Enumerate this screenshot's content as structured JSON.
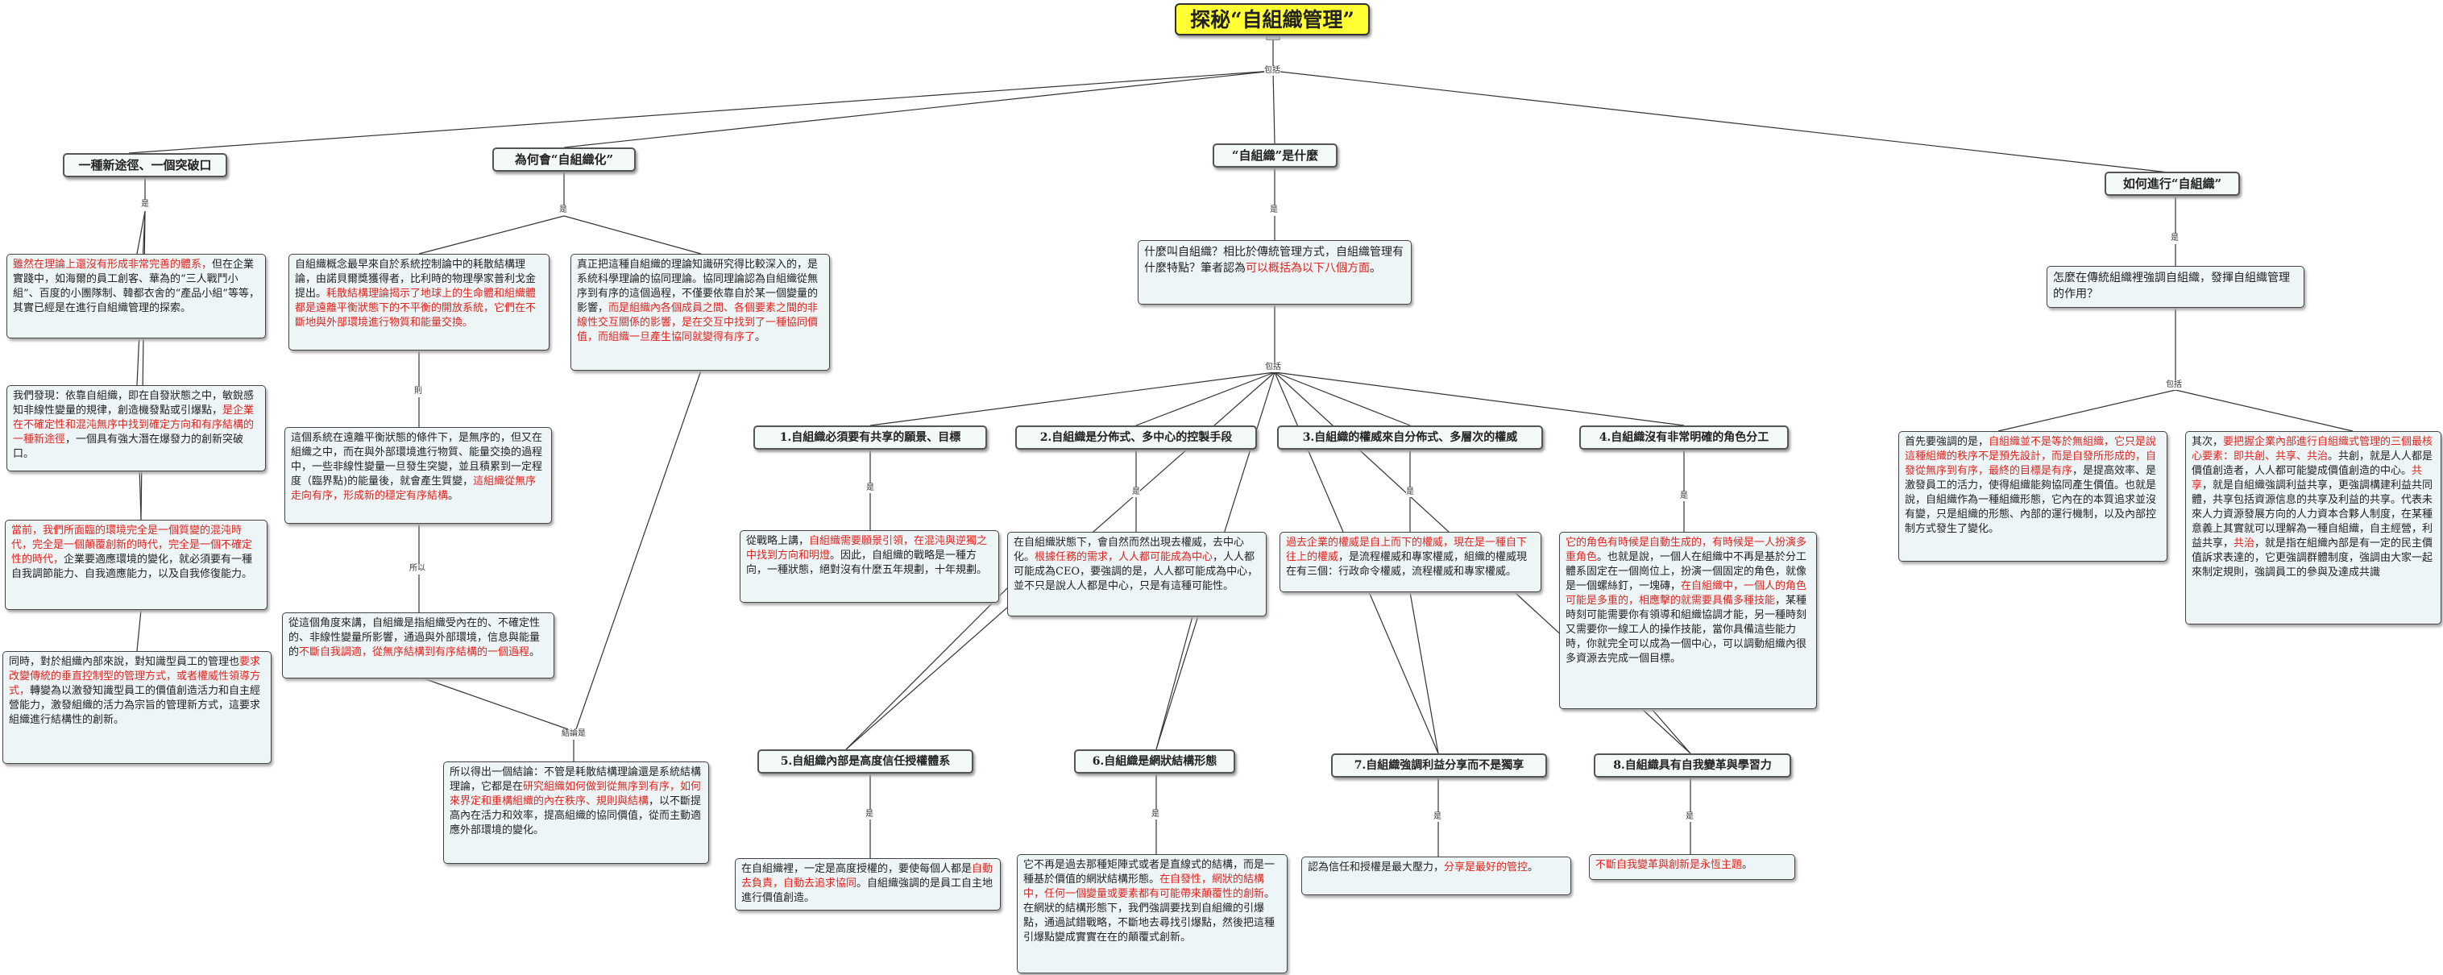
{
  "root": {
    "title": "探秘“自組織管理”"
  },
  "connectors": {
    "main": "包括",
    "shi": "是",
    "ze": "則",
    "suoyi": "所以",
    "jielun": "結論是"
  },
  "branches": {
    "b1": {
      "title": "一種新途徑、一個突破口",
      "p1": {
        "red": "雖然在理論上還沒有形成非常完善的體系，",
        "text": "但在企業實踐中，如海爾的員工創客、華為的“三人戰鬥小組”、百度的小團隊制、韓都衣舍的“產品小組”等等，其實已經是在進行自組織管理的探索。"
      },
      "p2": {
        "a": "我們發現：依靠自組織，即在自發狀態之中，敏銳感知非線性變量的規律，創造機發點或引爆點，",
        "red": "是企業在不確定性和混沌無序中找到確定方向和有序結構的一種新途徑",
        "b": "，一個具有強大潛在爆發力的創新突破口。"
      },
      "p3": {
        "red": "當前，我們所面臨的環境完全是一個質變的混沌時代，完全是一個顛覆創新的時代，完全是一個不確定性的時代，",
        "text": "企業要適應環境的變化，就必須要有一種自我調節能力、自我適應能力，以及自我修復能力。"
      },
      "p4": {
        "a": "同時，對於組織內部來說，對知識型員工的管理也",
        "red": "要求改變傳統的垂直控制型的管理方式，或者權威性領導方式，",
        "b": "轉變為以激發知識型員工的價值創造活力和自主經營能力，激發組織的活力為宗旨的管理新方式，這要求組織進行結構性的創新。"
      }
    },
    "b2": {
      "title": "為何會“自組織化”",
      "p1": {
        "a": "自組織概念最早來自於系統控制論中的耗散結構理論，由諾貝爾獎獲得者，比利時的物理學家普利戈金提出。",
        "red": "耗散結構理論揭示了地球上的生命體和組織體都是遠離平衡狀態下的不平衡的開放系統，它們在不斷地與外部環境進行物質和能量交換。",
        "b": ""
      },
      "p2": {
        "a": "這個系統在遠離平衡狀態的條件下，是無序的，但又在組織之中，而在與外部環境進行物質、能量交換的過程中，一些非線性變量一旦發生突變，並且積累到一定程度（臨界點)的能量後，就會產生質變，",
        "red": "這組織從無序走向有序，形成新的穩定有序結構",
        "b": "。"
      },
      "p3": {
        "a": "從這個角度來講，自組織是指組織受內在的、不確定性的、非線性變量所影響，通過與外部環境，信息與能量的",
        "red": "不斷自我調適，從無序結構到有序結構的一個過程",
        "b": "。"
      },
      "p4": {
        "a": "真正把這種自組織的理論知識研究得比較深入的，是系統科學理論的協同理論。協同理論認為自組織從無序到有序的這個過程，不僅要依靠自於某一個變量的影響，",
        "red": "而是組織內各個成員之間、各個要素之間的非線性交互關係的影響，是在交互中找到了一種協同價值，而組織一旦產生協同就變得有序了",
        "b": "。"
      },
      "p5": {
        "a": "所以得出一個結論：不管是耗散結構理論還是系統結構理論，它都是在",
        "red": "研究組織如何做到從無序到有序，如何來界定和重構組織的內在秩序、規則與結構",
        "b": "，以不斷提高內在活力和效率，提高組織的協同價值，從而主動適應外部環境的變化。"
      }
    },
    "b3": {
      "title": "“自組織”是什麼",
      "intro": {
        "a": "什麼叫自組織？相比於傳統管理方式，自組織管理有什麼特點？筆者認為",
        "red": "可以概括為以下八個方面",
        "b": "。"
      },
      "s1": {
        "title": "1.自組織必須要有共享的願景、目標",
        "a": "從戰略上講，",
        "red": "自組織需要願景引領，在混沌與逆獨之中找到方向和明燈",
        "b": "。因此，自組織的戰略是一種方向，一種狀態，絕對沒有什麼五年規劃，十年規劃。"
      },
      "s2": {
        "title": "2.自組織是分佈式、多中心的控製手段",
        "a": "在自組織狀態下，會自然而然出現去權威，去中心化。",
        "red": "根據任務的需求，人人都可能成為中心",
        "b": "，人人都可能成為CEO，要強調的是，人人都可能成為中心，並不只是說人人都是中心，只是有這種可能性。"
      },
      "s3": {
        "title": "3.自組織的權威來自分佈式、多層次的權威",
        "red": "過去企業的權威是自上而下的權威，現在是一種自下往上的權威",
        "b": "，是流程權威和專家權威，組織的權威現在有三個：行政命令權威，流程權威和專家權威。"
      },
      "s4": {
        "title": "4.自組織沒有非常明確的角色分工",
        "red": "它的角色有時候是自動生成的，有時候是一人扮演多重角色",
        "a": "。也就是說，一個人在組織中不再是基於分工體系固定在一個崗位上，扮演一個固定的角色，就像是一個螺絲釘，一塊磚，",
        "red2": "在自組織中，一個人的角色可能是多重的，相應擊的就需要具備多種技能",
        "b": "，某種時刻可能需要你有領導和組織協調才能，另一種時刻又需要你一線工人的操作技能，當你具備這些能力時，你就完全可以成為一個中心，可以調動組織內很多資源去完成一個目標。"
      },
      "s5": {
        "title": "5.自組織內部是高度信任授權體系",
        "a": "在自組織裡，一定是高度授權的，要使每個人都是",
        "red": "自動去負責，自動去追求協同",
        "b": "。自組織強調的是員工自主地進行價值創造。"
      },
      "s6": {
        "title": "6.自組織是網狀結構形態",
        "a": "它不再是過去那種矩陣式或者是直線式的結構，而是一種基於價值的網狀結構形態。",
        "red": "在自發性，網狀的結構中，任何一個變量或要素都有可能帶來顛覆性的創新",
        "b": "。在網狀的結構形態下，我們強調要找到自組織的引爆點，通過試錯戰略，不斷地去尋找引爆點，然後把這種引爆點變成實實在在的顛覆式創新。"
      },
      "s7": {
        "title": "7.自組織強調利益分享而不是獨享",
        "a": "認為信任和授權是最大壓力，",
        "red": "分享是最好的管控",
        "b": "。"
      },
      "s8": {
        "title": "8.自組織具有自我變革與學習力",
        "red": "不斷自我變革與創新是永恆主題",
        "b": "。"
      }
    },
    "b4": {
      "title": "如何進行“自組織”",
      "intro": "怎麼在傳統組織裡強調自組織，發揮自組織管理的作用？",
      "p1": {
        "a": "首先要強調的是，",
        "red": "自組織並不是等於無組織，它只是說這種組織的秩序不是預先設計，而是自發所形成的，自發從無序到有序，最終的目標是有序",
        "b": "，是提高效率、是激發員工的活力，使得組織能夠協同產生價值。也就是說，自組織作為一種組織形態，它內在的本質追求並沒有變，只是組織的形態、內部的運行機制，以及內部控制方式發生了變化。"
      },
      "p2": {
        "a": "其次，",
        "red": "要把握企業內部進行自組織式管理的三個最核心要素：即共創、共享、共治",
        "b": "。共創，就是人人都是價值創造者，人人都可能變成價值創造的中心。",
        "red2": "共享",
        "c": "，就是自組織強調利益共享，更強調構建利益共同體，共享包括資源信息的共享及利益的共享。代表未來人力資源發展方向的人力資本合夥人制度，在某種意義上其實就可以理解為一種自組織，自主經營，利益共享，",
        "red3": "共治",
        "d": "，就是指在組織內部是有一定的民主價值訴求表達的，它更強調群體制度，強調由大家一起來制定規則，強調員工的參與及達成共識"
      }
    }
  }
}
